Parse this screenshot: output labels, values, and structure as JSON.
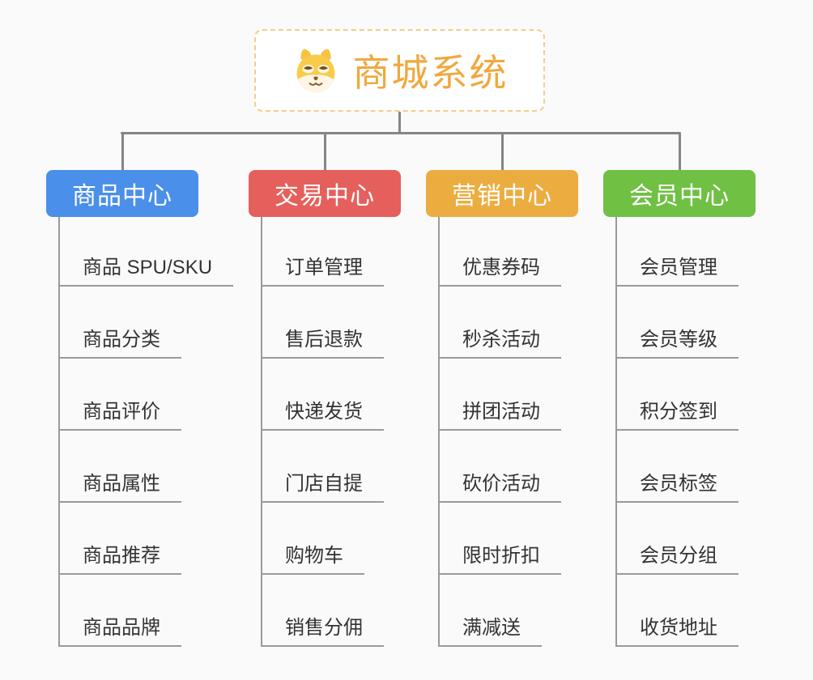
{
  "root": {
    "title": "商城系统",
    "icon": "doge-icon"
  },
  "branches": [
    {
      "label": "商品中心",
      "color": "#4A8FE9",
      "items": [
        "商品 SPU/SKU",
        "商品分类",
        "商品评价",
        "商品属性",
        "商品推荐",
        "商品品牌"
      ]
    },
    {
      "label": "交易中心",
      "color": "#E5605C",
      "items": [
        "订单管理",
        "售后退款",
        "快递发货",
        "门店自提",
        "购物车",
        "销售分佣"
      ]
    },
    {
      "label": "营销中心",
      "color": "#ECAD40",
      "items": [
        "优惠券码",
        "秒杀活动",
        "拼团活动",
        "砍价活动",
        "限时折扣",
        "满减送"
      ]
    },
    {
      "label": "会员中心",
      "color": "#6FC043",
      "items": [
        "会员管理",
        "会员等级",
        "积分签到",
        "会员标签",
        "会员分组",
        "收货地址"
      ]
    }
  ],
  "colors": {
    "background": "#FAFAFA",
    "connector": "#858585",
    "leaf_underline": "#9A9A9A",
    "leaf_text": "#333333",
    "root_text": "#F0A83E",
    "root_border": "#F4CD86",
    "root_background": "#FFFFFF"
  }
}
